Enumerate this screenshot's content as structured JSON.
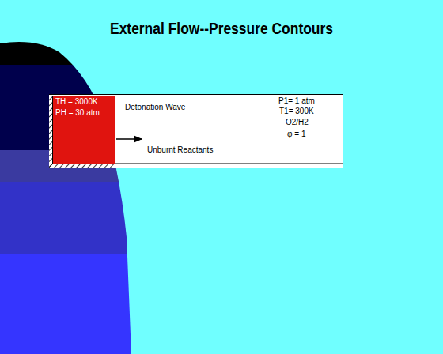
{
  "diagram": {
    "title": "External Flow--Pressure Contours",
    "nodes": [
      {
        "text": [
          "TH = 3000K",
          "PH = 30 atm"
        ]
      }
    ],
    "labels": [
      "Detonation Wave",
      "Unburnt Reactants",
      "P1= 1 atm",
      "T1= 300K",
      "O2/H2",
      "φ = 1"
    ]
  }
}
